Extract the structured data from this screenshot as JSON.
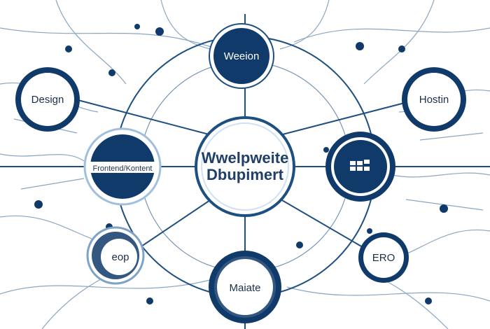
{
  "center": {
    "line1": "Wwelpweite",
    "line2": "Dbupimert"
  },
  "nodes": {
    "weeion": "Weeion",
    "design": "Design",
    "hostin": "Hostin",
    "frontend": "Frontend/Kontent",
    "apps": "",
    "eop": "eop",
    "ero": "ERO",
    "maiate": "Maiate"
  },
  "colors": {
    "navy": "#0f3a6a",
    "line": "#1d4f80",
    "light_ring": "#cfe1f2"
  }
}
